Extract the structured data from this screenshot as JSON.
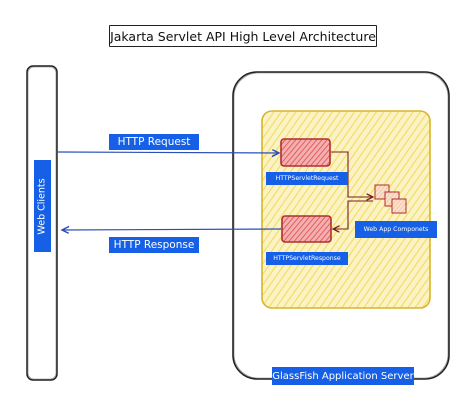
{
  "diagram": {
    "title": "Jakarta Servlet API High Level Architecture",
    "web_clients_label": "Web Clients",
    "http_request_label": "HTTP Request",
    "http_response_label": "HTTP Response",
    "servlet_request_label": "HTTPServletRequest",
    "servlet_response_label": "HTTPServletResponse",
    "components_label": "Web App Componets",
    "server_label": "GlassFish Application Server"
  },
  "colors": {
    "accent_blue": "#1560e6",
    "container_yellow": "#f6e97a",
    "container_border": "#d8b52a",
    "block_red": "#e86a6a",
    "block_red_border": "#b22e2e",
    "component_orange": "#f3c9a8",
    "arrow": "#2b4fb8"
  }
}
